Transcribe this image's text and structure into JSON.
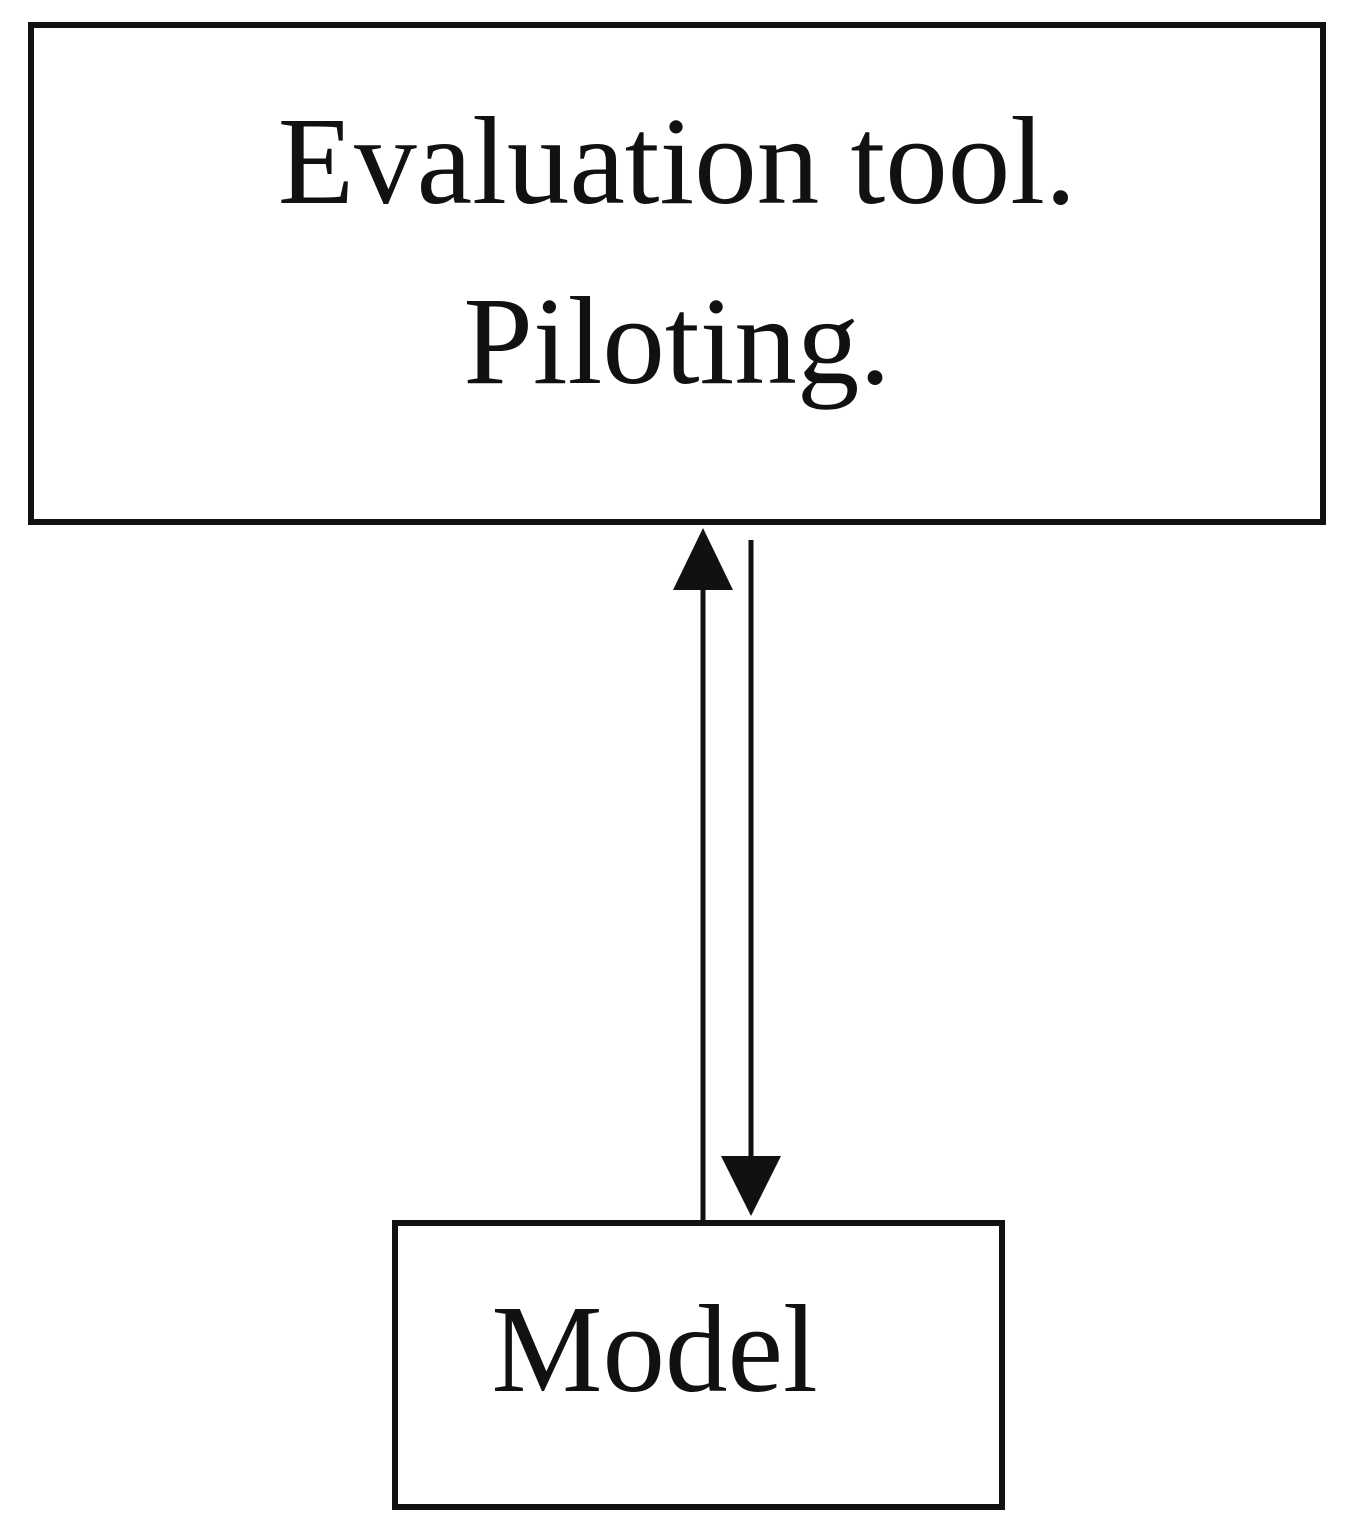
{
  "diagram": {
    "top_box": {
      "line1": "Evaluation tool.",
      "line2": "Piloting."
    },
    "bottom_box": {
      "label": "Model"
    },
    "arrows": [
      {
        "name": "up-arrow",
        "direction": "up",
        "from": "Model",
        "to": "Evaluation tool. Piloting."
      },
      {
        "name": "down-arrow",
        "direction": "down",
        "from": "Evaluation tool. Piloting.",
        "to": "Model"
      }
    ],
    "colors": {
      "stroke": "#111111",
      "background": "#ffffff",
      "text": "#111111"
    }
  }
}
